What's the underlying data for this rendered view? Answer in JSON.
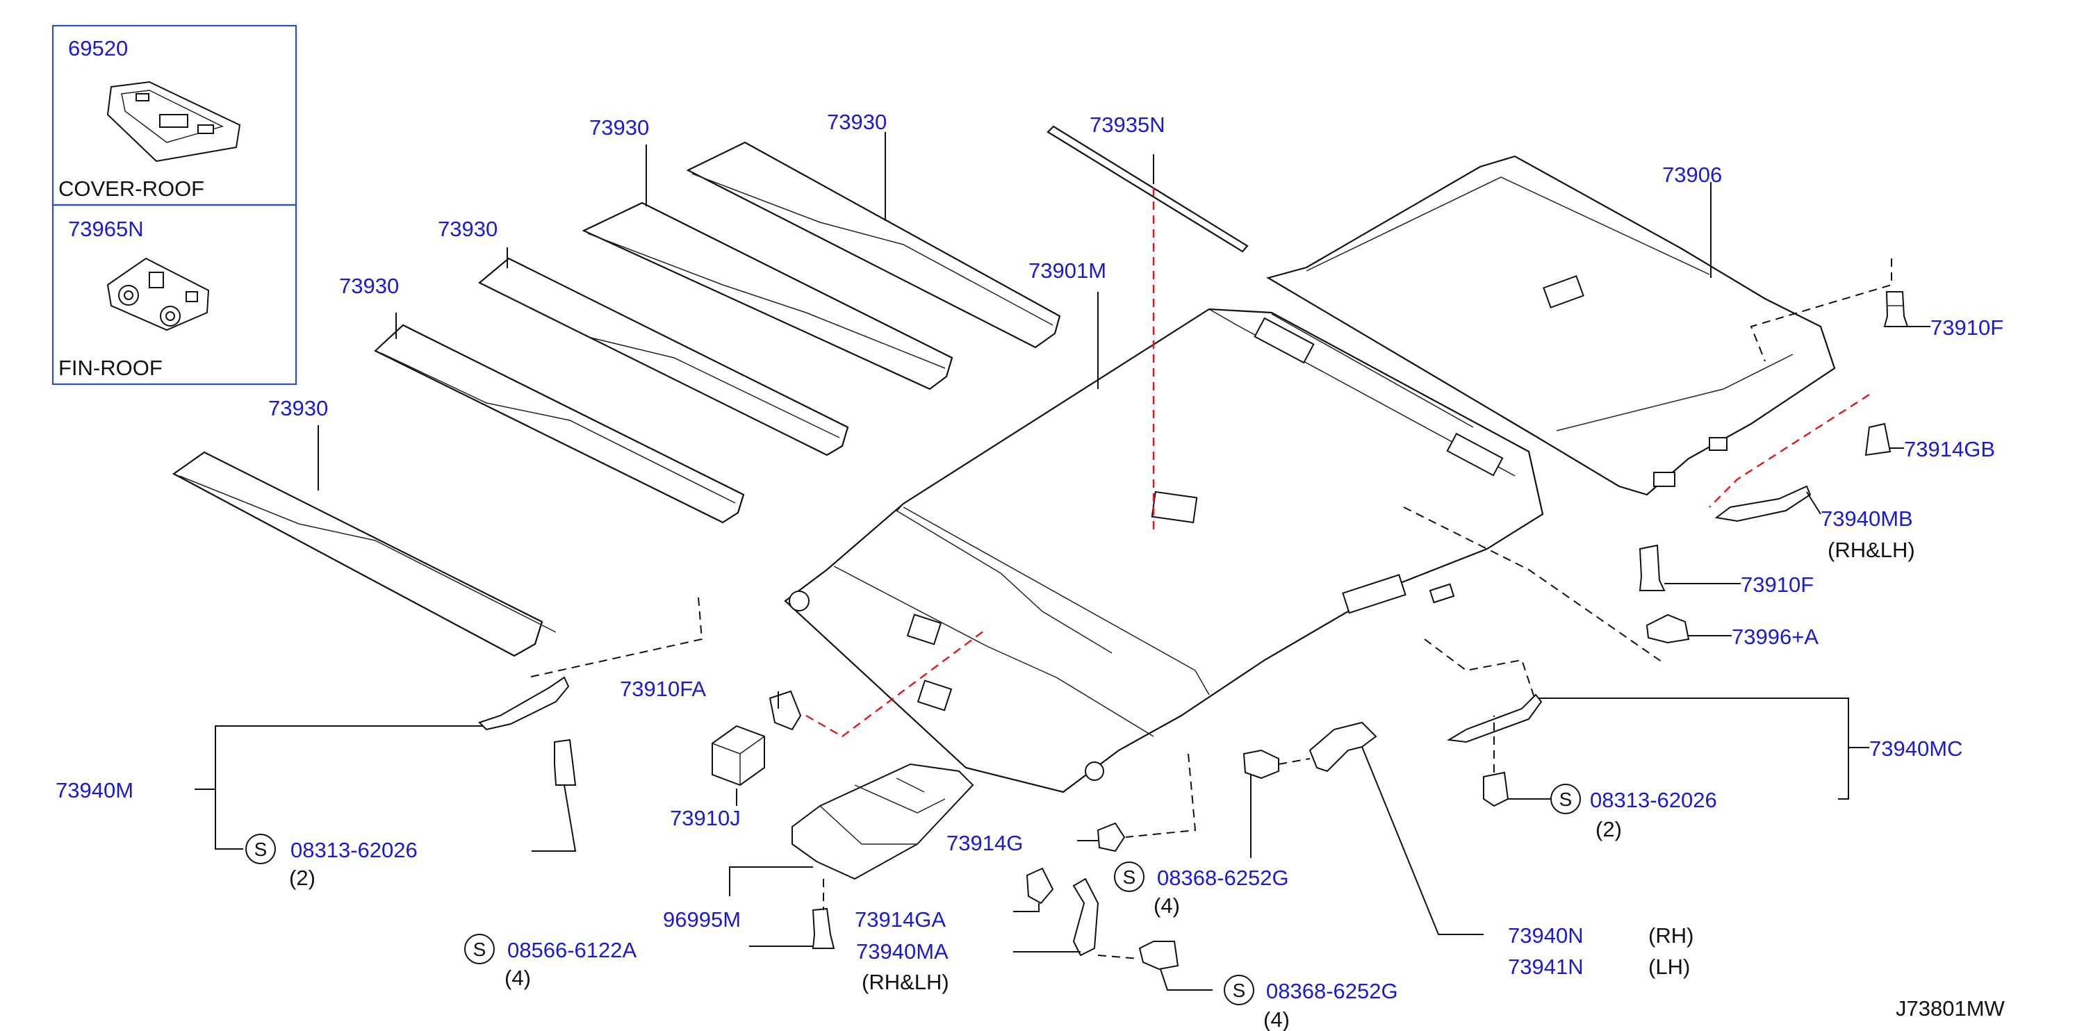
{
  "inset_boxes": [
    {
      "part_number": "69520",
      "name": "COVER-ROOF"
    },
    {
      "part_number": "73965N",
      "name": "FIN-ROOF"
    }
  ],
  "callouts": {
    "c_73930_a": "73930",
    "c_73930_b": "73930",
    "c_73930_c": "73930",
    "c_73930_d": "73930",
    "c_73930_e": "73930",
    "c_73935N": "73935N",
    "c_73901M": "73901M",
    "c_73906": "73906",
    "c_73910F_a": "73910F",
    "c_73914GB": "73914GB",
    "c_73940MB": "73940MB",
    "c_73940MB_side": "(RH&LH)",
    "c_73910F_b": "73910F",
    "c_73996A": "73996+A",
    "c_73940MC": "73940MC",
    "c_08313_right": "08313-62026",
    "c_08313_right_qty": "(2)",
    "c_73910FA": "73910FA",
    "c_73910J": "73910J",
    "c_73940M": "73940M",
    "c_08313_left": "08313-62026",
    "c_08313_left_qty": "(2)",
    "c_73914G": "73914G",
    "c_08368_a": "08368-6252G",
    "c_08368_a_qty": "(4)",
    "c_96995M": "96995M",
    "c_73914GA": "73914GA",
    "c_08566": "08566-6122A",
    "c_08566_qty": "(4)",
    "c_73940MA": "73940MA",
    "c_73940MA_side": "(RH&LH)",
    "c_08368_b": "08368-6252G",
    "c_08368_b_qty": "(4)",
    "c_73940N": "73940N",
    "c_73940N_side": "(RH)",
    "c_73941N": "73941N",
    "c_73941N_side": "(LH)"
  },
  "screw_symbol": "S",
  "diagram_code": "J73801MW",
  "colors": {
    "callout": "#1a1ad6",
    "box": "#2b4fc0",
    "hidden_line": "#e01818",
    "line": "#111111"
  }
}
